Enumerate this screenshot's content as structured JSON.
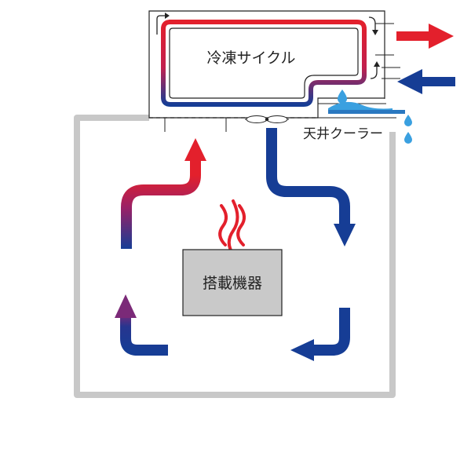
{
  "labels": {
    "refrigeration_cycle": "冷凍サイクル",
    "ceiling_cooler": "天井クーラー",
    "equipment": "搭載機器"
  },
  "colors": {
    "hot": "#e3202c",
    "cold": "#163d95",
    "enclosure": "#c8c8c8",
    "equipment_fill": "#c9c9c9",
    "water": "#3aa0e0",
    "line": "#222222"
  },
  "icons": [
    "heat-waves-icon",
    "fan-icon",
    "water-drop-icon",
    "arrow-right-icon",
    "arrow-left-icon"
  ]
}
